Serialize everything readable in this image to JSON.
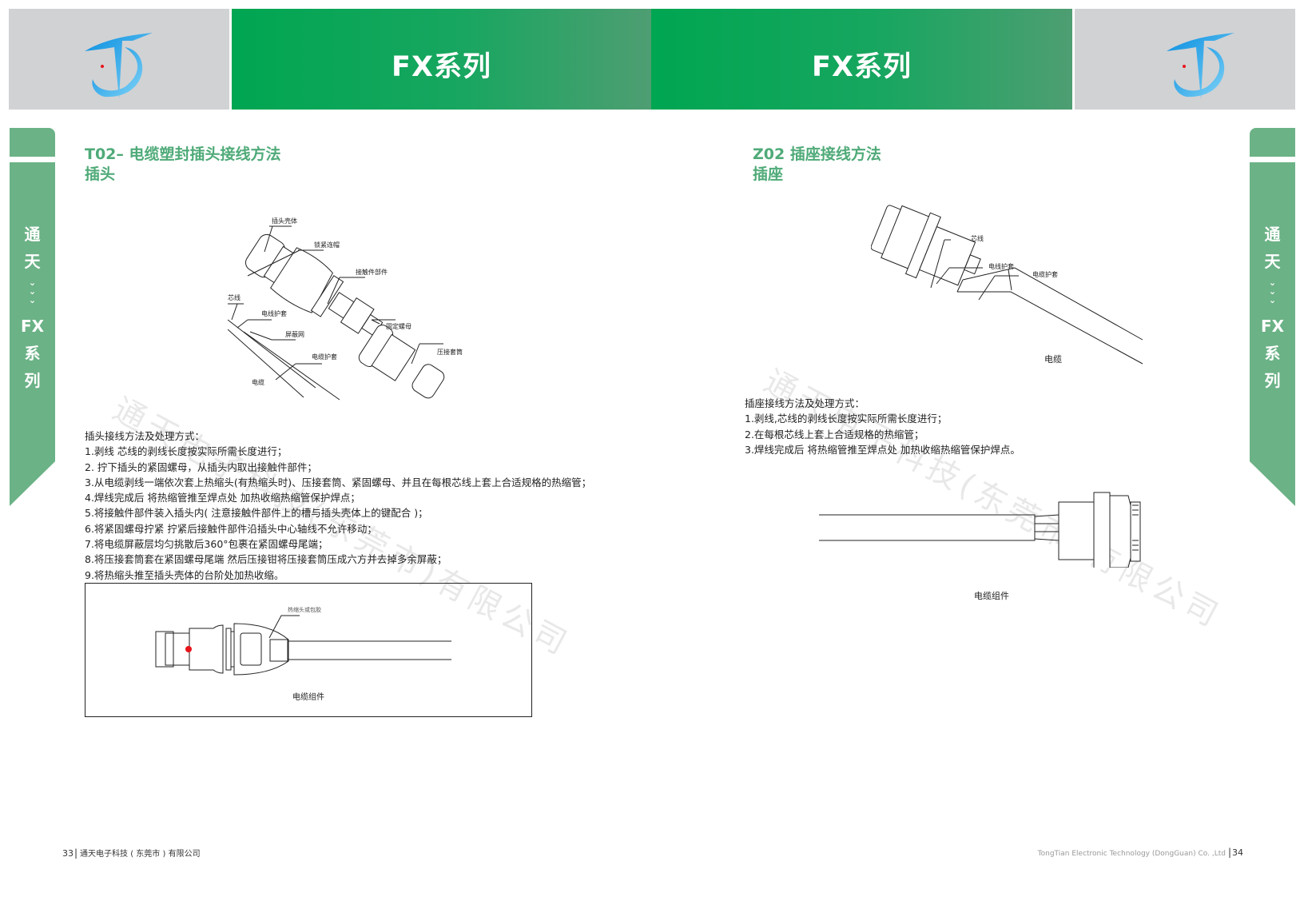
{
  "header": {
    "left_title": "FX系列",
    "right_title": "FX系列",
    "logo_alt": "通天 logo"
  },
  "side_tab": {
    "line1": "通",
    "line2": "天",
    "chevrons": "⌄⌄⌄",
    "line3": "FX",
    "line4": "系",
    "line5": "列"
  },
  "left_page": {
    "title_line1": "T02– 电缆塑封插头接线方法",
    "title_line2": "插头",
    "diagram_labels": {
      "shell": "插头壳体",
      "lock": "锁紧连帽",
      "contact": "接触件部件",
      "core": "芯线",
      "wire_sheath": "电线护套",
      "shield": "屏蔽网",
      "cable_sheath": "电缆护套",
      "cable": "电缆",
      "nut": "固定螺母",
      "crimp": "压接套筒"
    },
    "instructions_heading": "插头接线方法及处理方式：",
    "instructions": [
      "1.剥线 芯线的剥线长度按实际所需长度进行；",
      "2. 拧下插头的紧固螺母，从插头内取出接触件部件；",
      "3.从电缆剥线一端依次套上热缩头(有热缩头时)、压接套筒、紧固螺母、并且在每根芯线上套上合适规格的热缩管；",
      "4.焊线完成后 将热缩管推至焊点处 加热收缩热缩管保护焊点；",
      "5.将接触件部件装入插头内( 注意接触件部件上的槽与插头壳体上的键配合 )；",
      "6.将紧固螺母拧紧 拧紧后接触件部件沿插头中心轴线不允许移动；",
      "7.将电缆屏蔽层均匀挑散后360°包裹在紧固螺母尾端；",
      "8.将压接套筒套在紧固螺母尾端 然后压接钳将压接套筒压成六方并去掉多余屏蔽；",
      "9.将热缩头推至插头壳体的台阶处加热收缩。"
    ],
    "assembly_label": "热缩头或包胶",
    "assembly_caption": "电缆组件",
    "footer_page": "33",
    "footer_company": "通天电子科技 ( 东莞市 ) 有限公司"
  },
  "right_page": {
    "title_line1": "Z02 插座接线方法",
    "title_line2": "插座",
    "diagram_labels": {
      "core": "芯线",
      "wire_sheath": "电线护套",
      "cable_sheath": "电缆护套",
      "cable": "电缆"
    },
    "instructions_heading": "插座接线方法及处理方式：",
    "instructions": [
      "1.剥线,芯线的剥线长度按实际所需长度进行；",
      "2.在每根芯线上套上合适规格的热缩管；",
      "3.焊线完成后 将热缩管推至焊点处 加热收缩热缩管保护焊点。"
    ],
    "assembly_caption": "电缆组件",
    "footer_company": "TongTian Electronic Technology (DongGuan) Co. ,Ltd",
    "footer_page": "34"
  },
  "watermark": "通天电子科技(东莞市)有限公司",
  "colors": {
    "header_green": "#00a651",
    "tab_green": "#6bb286",
    "title_green": "#4faa78",
    "header_gray": "#d1d2d4",
    "dot_red": "#e8141b"
  }
}
